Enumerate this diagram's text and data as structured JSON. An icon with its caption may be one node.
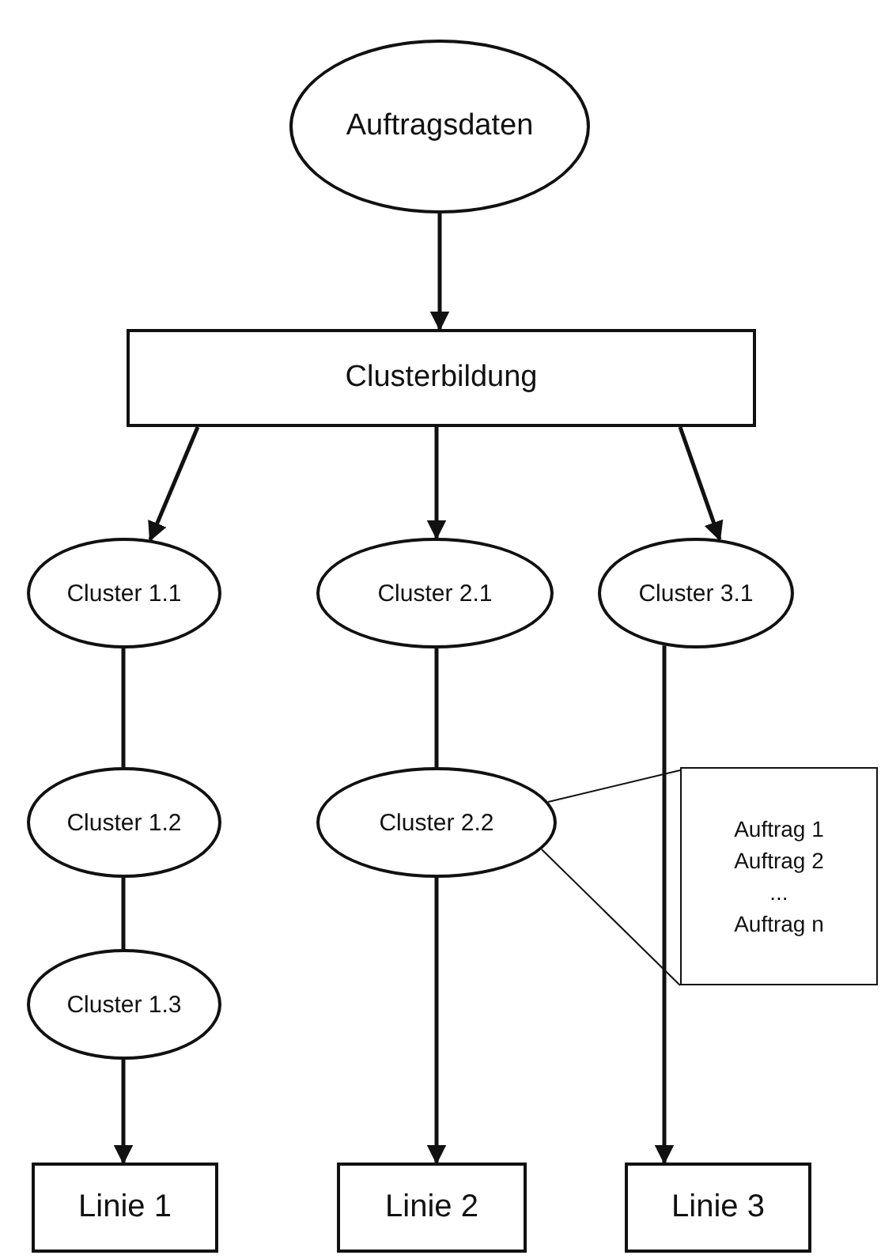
{
  "diagram": {
    "nodes": [
      {
        "text": [
          "Auftragsdaten"
        ]
      },
      {
        "text": [
          "Clusterbildung"
        ]
      },
      {
        "text": [
          "Cluster 1.1"
        ]
      },
      {
        "text": [
          "Cluster 2.1"
        ]
      },
      {
        "text": [
          "Cluster 3.1"
        ]
      },
      {
        "text": [
          "Cluster 1.2"
        ]
      },
      {
        "text": [
          "Cluster 2.2"
        ]
      },
      {
        "text": [
          "Cluster 1.3"
        ]
      },
      {
        "text": [
          "Auftrag 1",
          "Auftrag 2",
          "...",
          "Auftrag n"
        ]
      },
      {
        "text": [
          "Linie 1"
        ]
      },
      {
        "text": [
          "Linie 2"
        ]
      },
      {
        "text": [
          "Linie 3"
        ]
      }
    ],
    "edges": [
      {
        "from": 0,
        "to": 1,
        "arrow": "to"
      },
      {
        "from": 1,
        "to": 2,
        "arrow": "to"
      },
      {
        "from": 1,
        "to": 3,
        "arrow": "to"
      },
      {
        "from": 1,
        "to": 4,
        "arrow": "to"
      },
      {
        "from": 2,
        "to": 5,
        "arrow": "none"
      },
      {
        "from": 5,
        "to": 7,
        "arrow": "none"
      },
      {
        "from": 7,
        "to": 9,
        "arrow": "to"
      },
      {
        "from": 3,
        "to": 6,
        "arrow": "none"
      },
      {
        "from": 6,
        "to": 10,
        "arrow": "to"
      },
      {
        "from": 4,
        "to": 11,
        "arrow": "to"
      },
      {
        "from": 6,
        "to": 8,
        "arrow": "none"
      },
      {
        "from": 6,
        "to": 8,
        "arrow": "none"
      }
    ]
  }
}
